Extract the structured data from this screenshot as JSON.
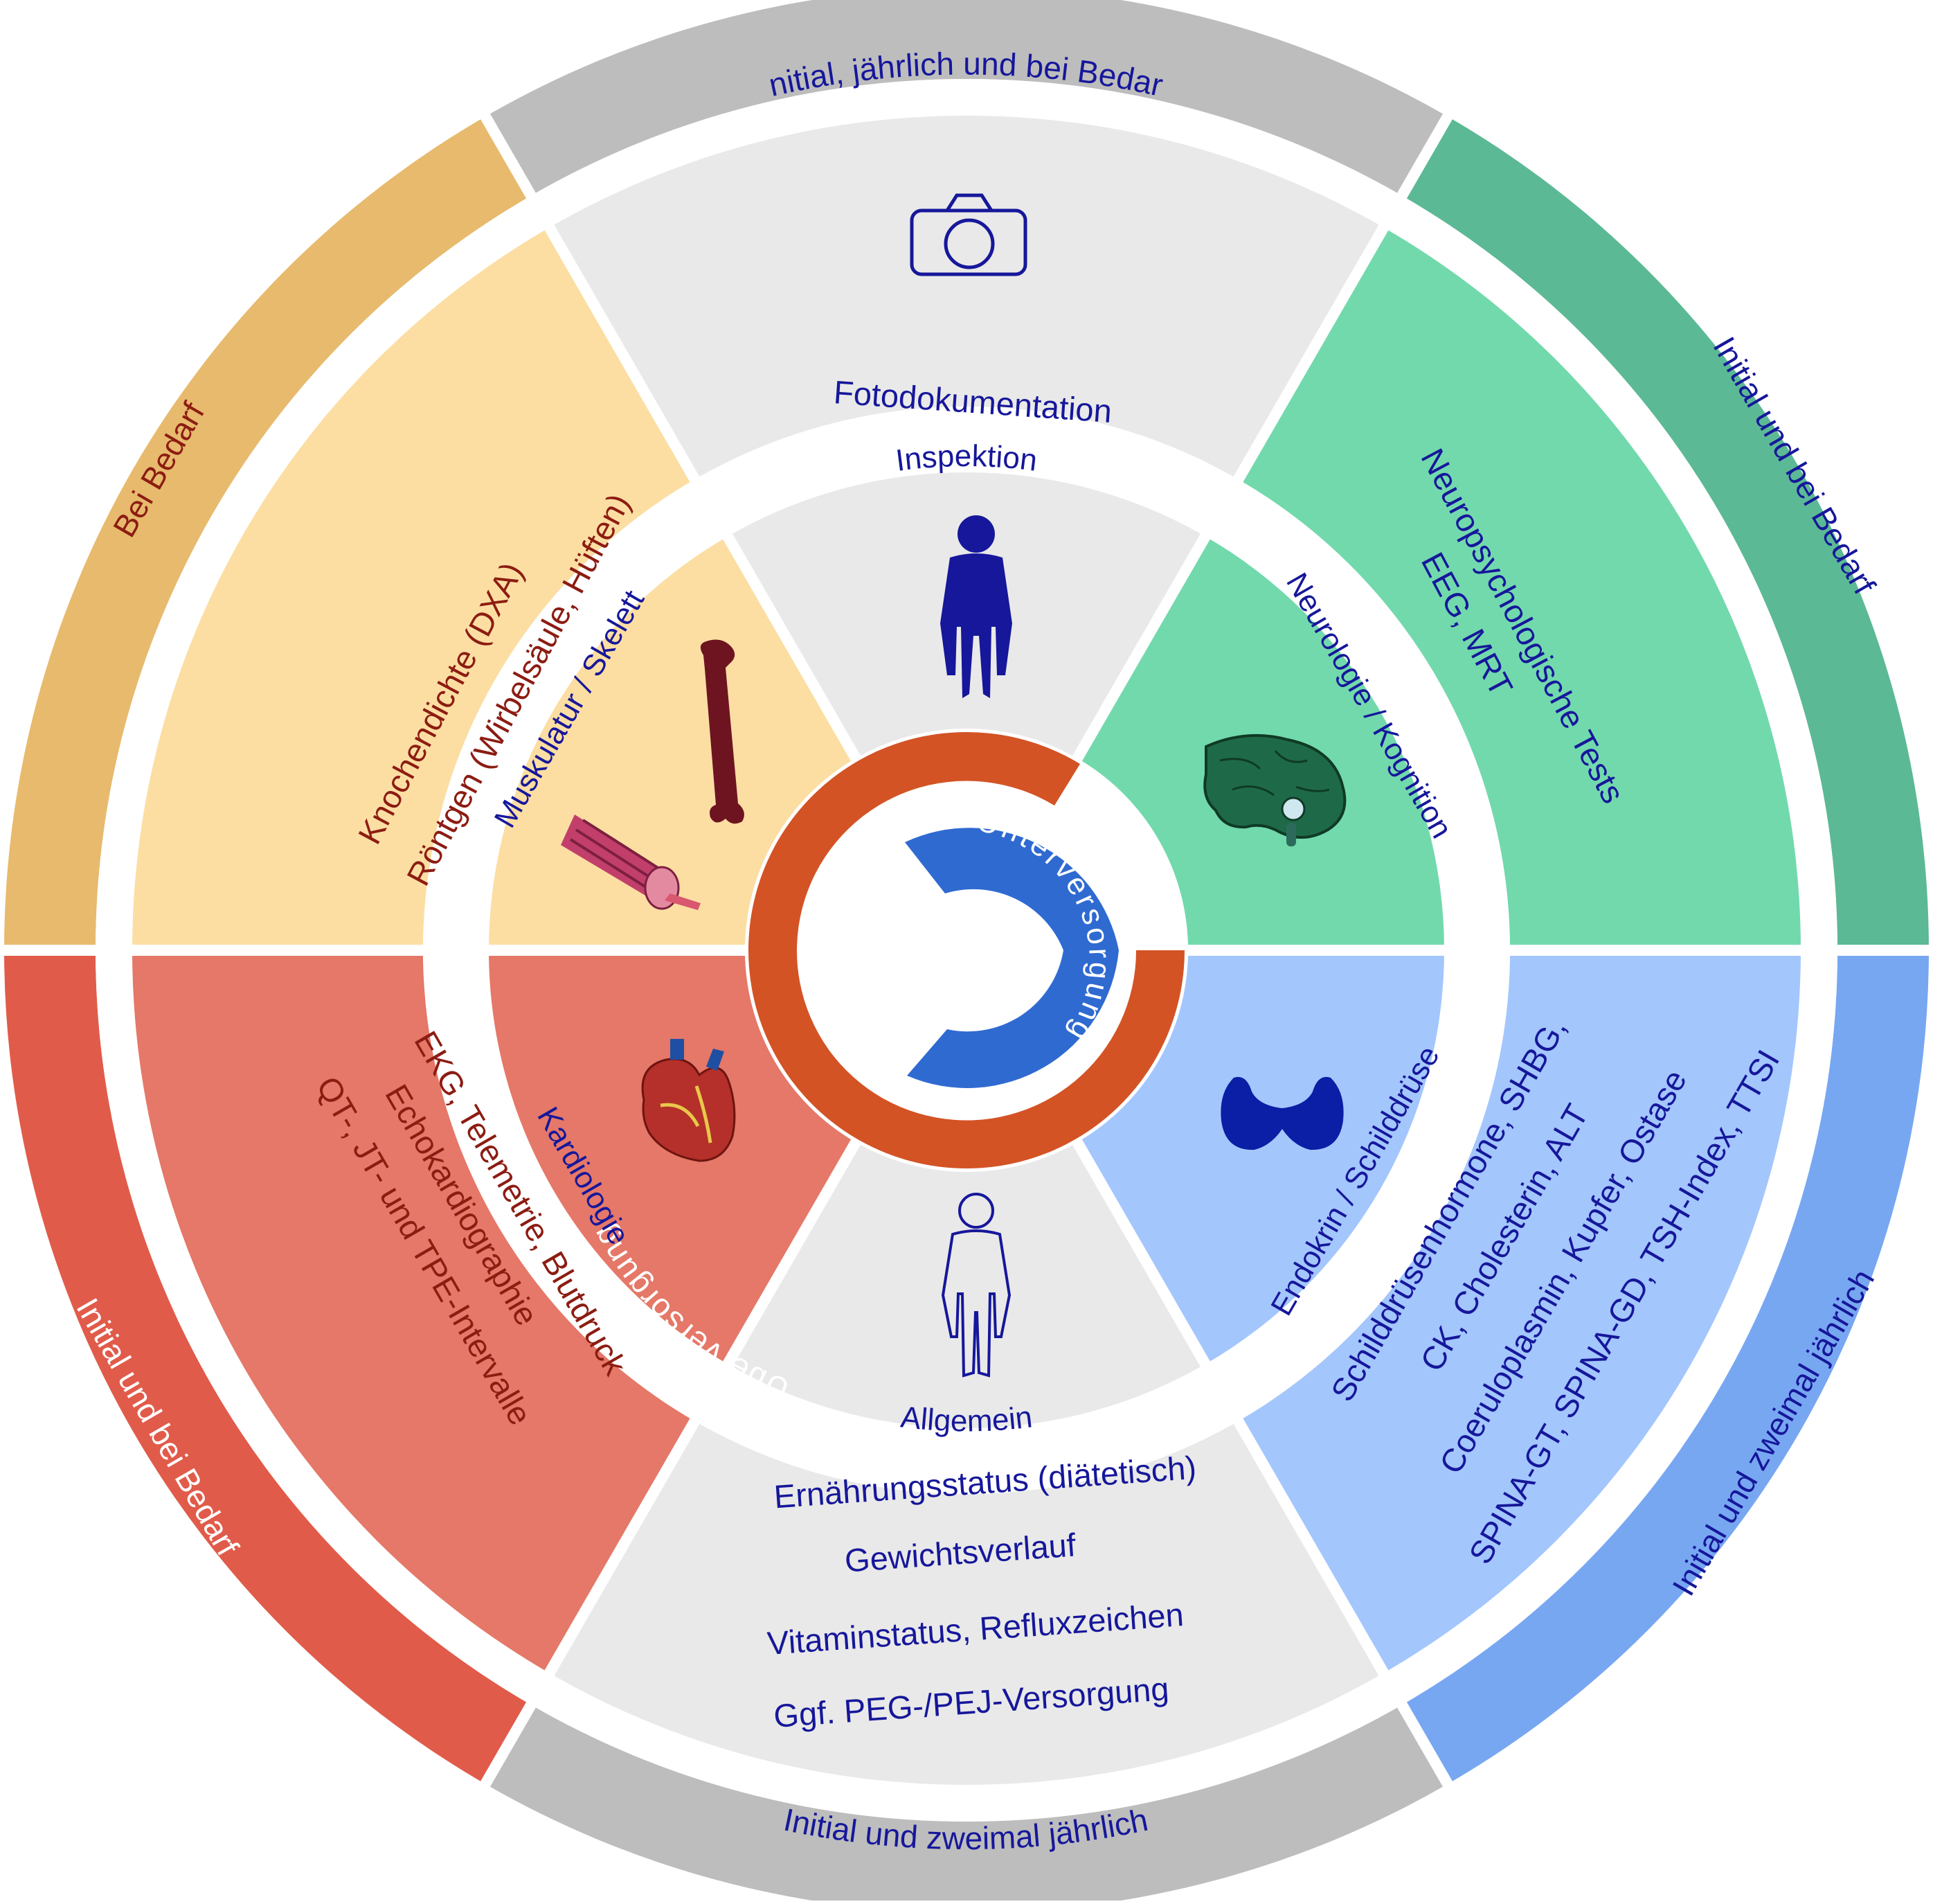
{
  "title": "",
  "center": {
    "overuse_label": "Überversorgung",
    "underuse_label": "Unterversorgung"
  },
  "colors": {
    "gray_inner": "#e9e9e9",
    "gray_ring": "#bdbdbd",
    "orange_inner": "#fcdea3",
    "orange_ring": "#e7ba6d",
    "green_inner": "#72d9ad",
    "green_ring": "#5cb995",
    "blue_inner": "#a3c6fd",
    "blue_ring": "#78a7f2",
    "red_inner": "#e57868",
    "red_ring": "#e15b4a",
    "ring_orange": "#d35325",
    "ring_blue": "#2f6ad1",
    "text_navy": "#16179a",
    "text_maroon": "#8c1c12"
  },
  "sectors": [
    {
      "id": "inspektion",
      "category": "Inspektion",
      "icon": "human-body-icon",
      "outer_icon": "camera-icon",
      "details": [
        "Fotodokumentation"
      ],
      "frequency": "Initial, jährlich und bei Bedarf"
    },
    {
      "id": "neurologie",
      "category": "Neurologie / Kognition",
      "icon": "brain-icon",
      "details": [
        "Neuropsychologische Tests",
        "EEG, MRT"
      ],
      "frequency": "Initial und bei Bedarf"
    },
    {
      "id": "endokrin",
      "category": "Endokrin / Schilddrüse",
      "icon": "thyroid-icon",
      "details": [
        "Schilddrüsenhormone, SHBG,",
        "CK, Cholesterin, ALT",
        "Coeruloplasmin, Kupfer, Ostase",
        "SPINA-GT, SPINA-GD, TSH-Index, TTSI"
      ],
      "frequency": "Initial und zweimal jährlich"
    },
    {
      "id": "allgemein",
      "category": "Allgemein",
      "icon": "body-outline-icon",
      "details": [
        "Ernährungsstatus (diätetisch)",
        "Gewichtsverlauf",
        "Vitaminstatus, Refluxzeichen",
        "Ggf. PEG-/PEJ-Versorgung"
      ],
      "frequency": "Initial und zweimal jährlich"
    },
    {
      "id": "kardiologie",
      "category": "Kardiologie",
      "icon": "heart-icon",
      "details": [
        "EKG, Telemetrie, Blutdruck",
        "Echokardiographie",
        "QT-, JT- und TPE-Intervalle"
      ],
      "frequency": "Initial und bei Bedarf"
    },
    {
      "id": "muskulatur",
      "category": "Muskulatur / Skelett",
      "icon": "bone-muscle-icon",
      "details": [
        "Knochendichte (DXA)",
        "Röntgen (Wirbelsäule, Hüften)"
      ],
      "frequency": "Bei Bedarf"
    }
  ]
}
